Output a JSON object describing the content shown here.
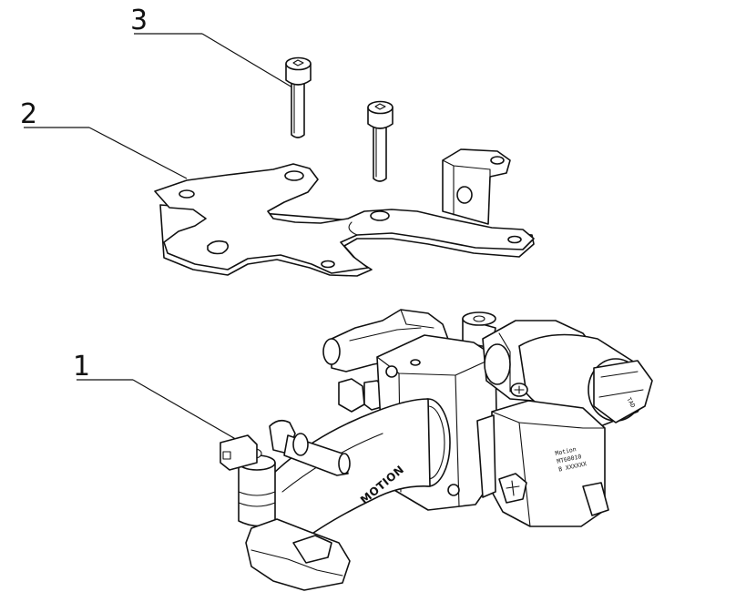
{
  "callouts": {
    "item_1": "1",
    "item_2": "2",
    "item_3": "3"
  },
  "markings": {
    "body_brand": "MOTION",
    "label_line_1": "Motion",
    "label_line_2": "MT60010",
    "label_line_3": "B XXXXXX"
  },
  "colors": {
    "line": "#111111",
    "background": "#ffffff"
  }
}
